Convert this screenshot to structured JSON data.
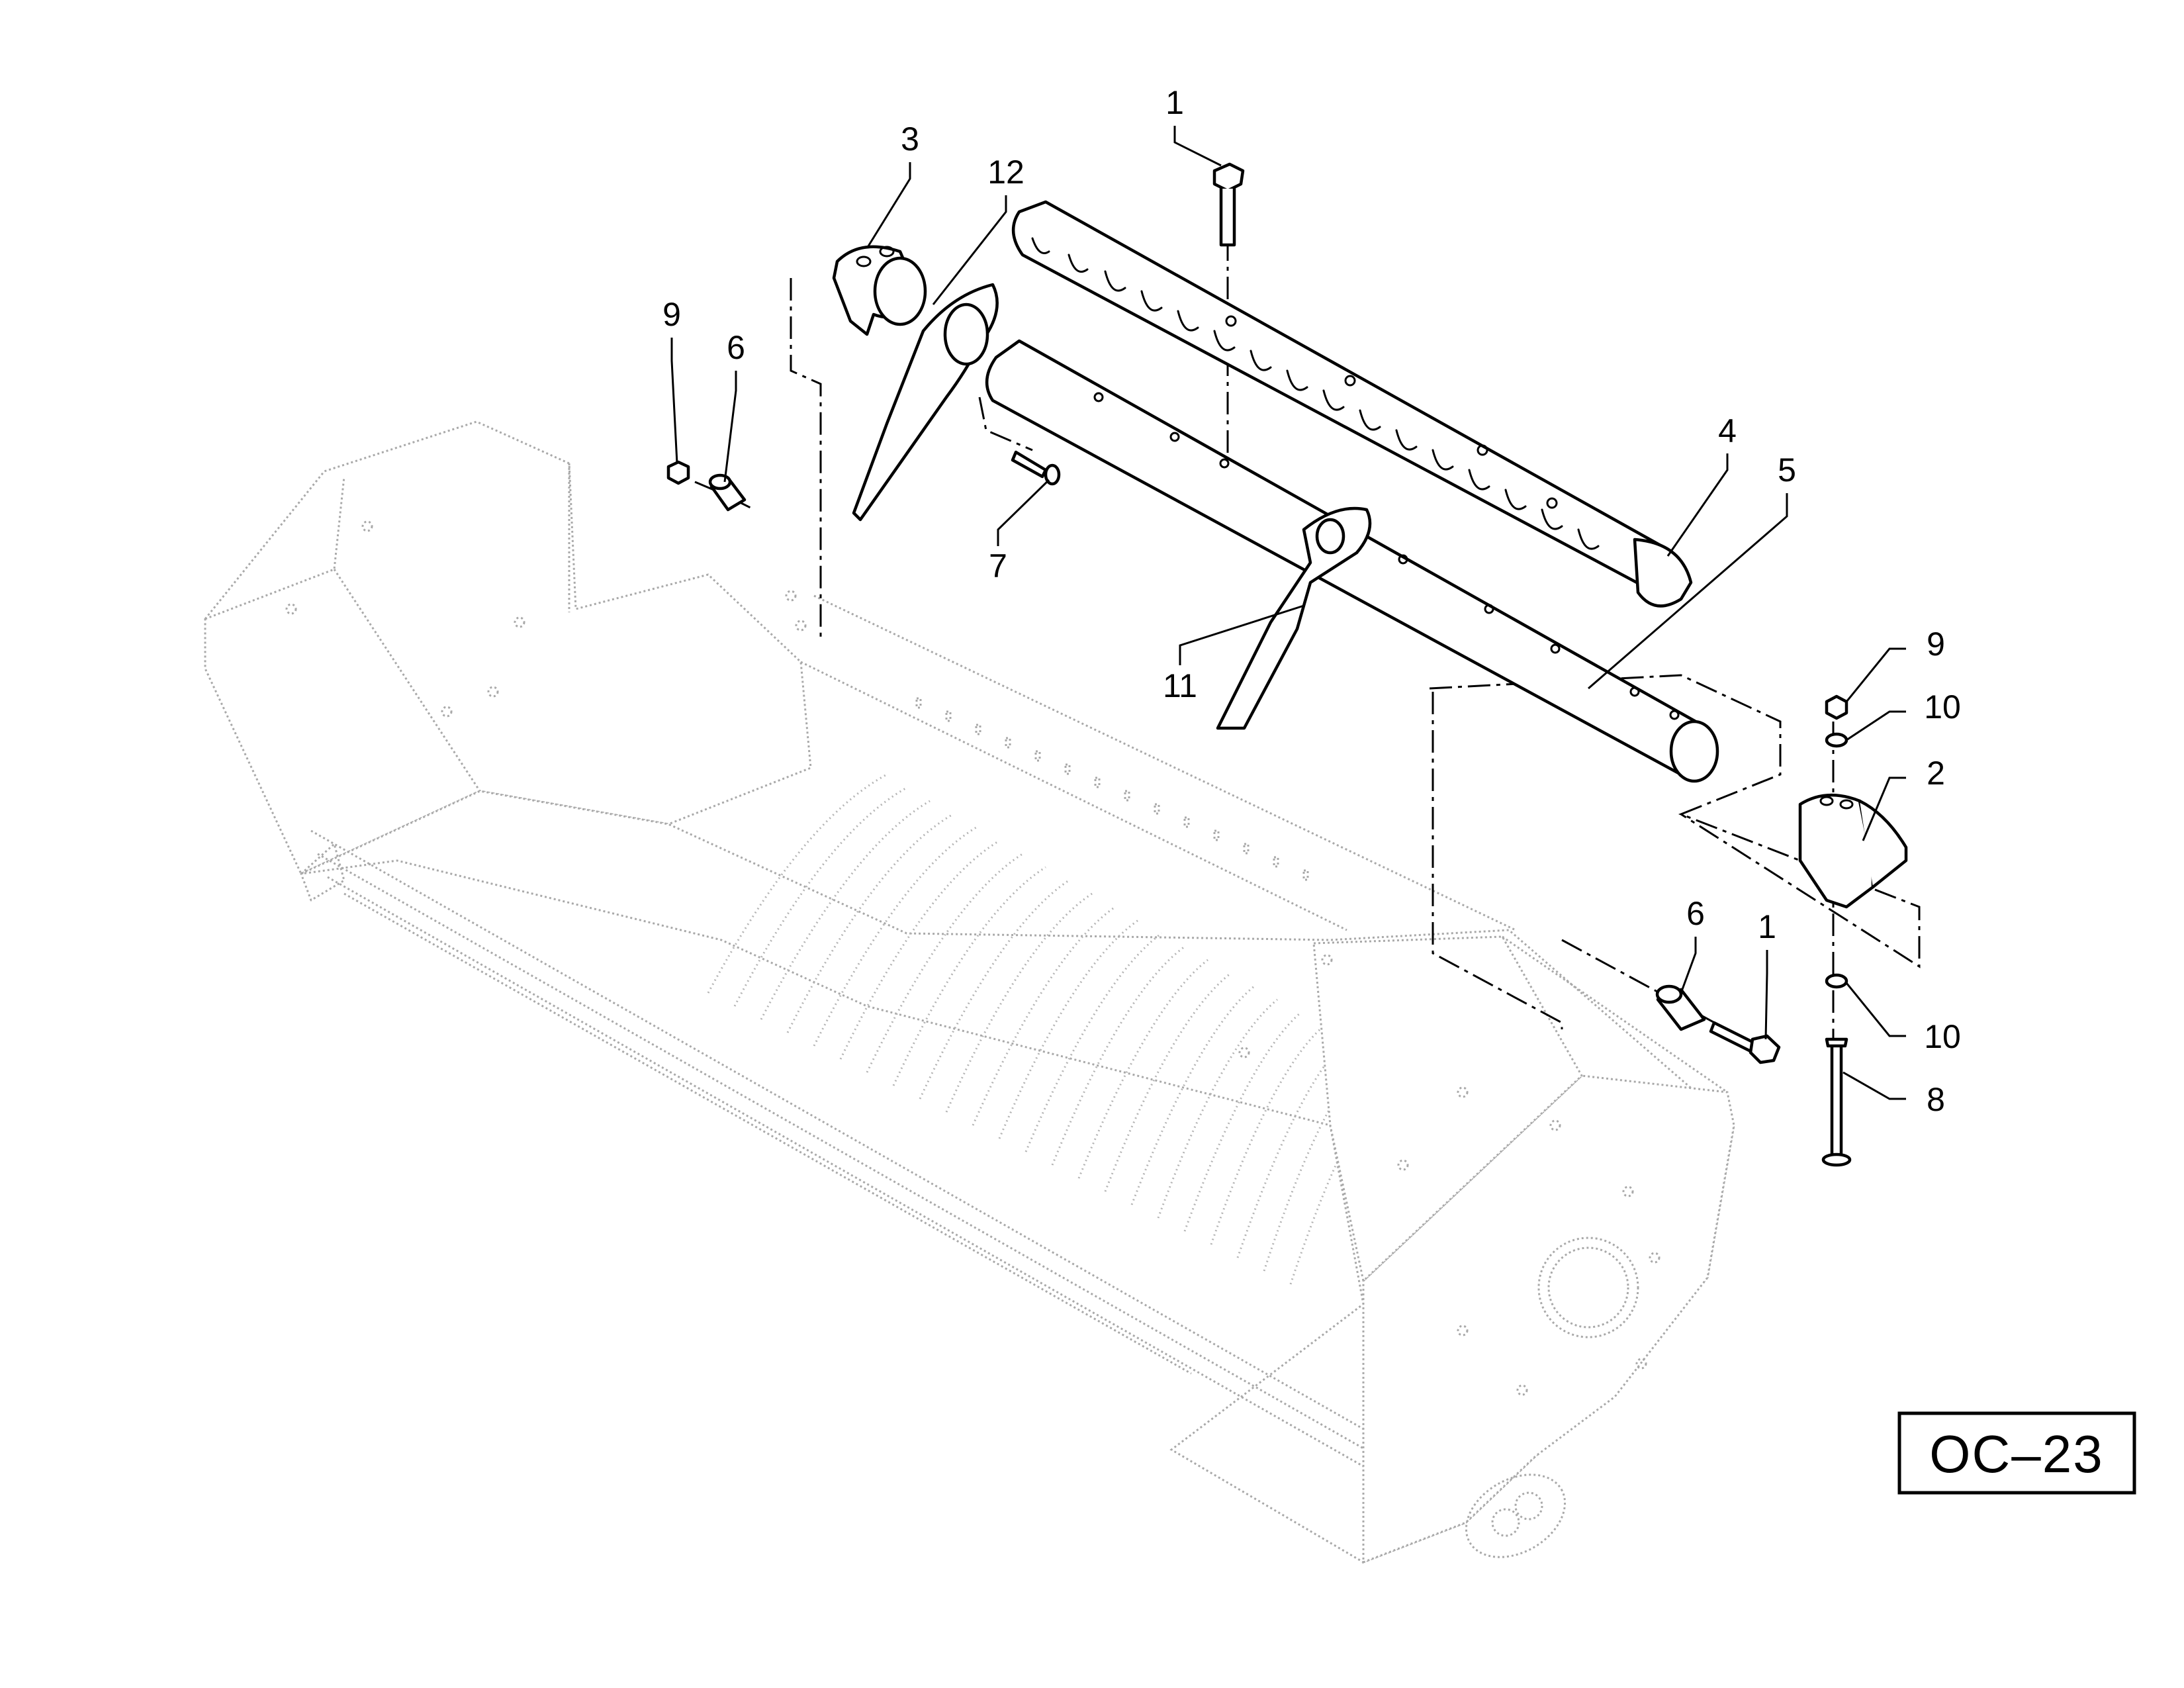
{
  "drawing": {
    "reference_code": "OC–23"
  },
  "callouts": [
    {
      "id": "c1a",
      "label": "1"
    },
    {
      "id": "c3",
      "label": "3"
    },
    {
      "id": "c12",
      "label": "12"
    },
    {
      "id": "c9a",
      "label": "9"
    },
    {
      "id": "c6a",
      "label": "6"
    },
    {
      "id": "c4",
      "label": "4"
    },
    {
      "id": "c5",
      "label": "5"
    },
    {
      "id": "c7",
      "label": "7"
    },
    {
      "id": "c11",
      "label": "11"
    },
    {
      "id": "c9b",
      "label": "9"
    },
    {
      "id": "c10a",
      "label": "10"
    },
    {
      "id": "c2",
      "label": "2"
    },
    {
      "id": "c6b",
      "label": "6"
    },
    {
      "id": "c1b",
      "label": "1"
    },
    {
      "id": "c10b",
      "label": "10"
    },
    {
      "id": "c8",
      "label": "8"
    }
  ]
}
